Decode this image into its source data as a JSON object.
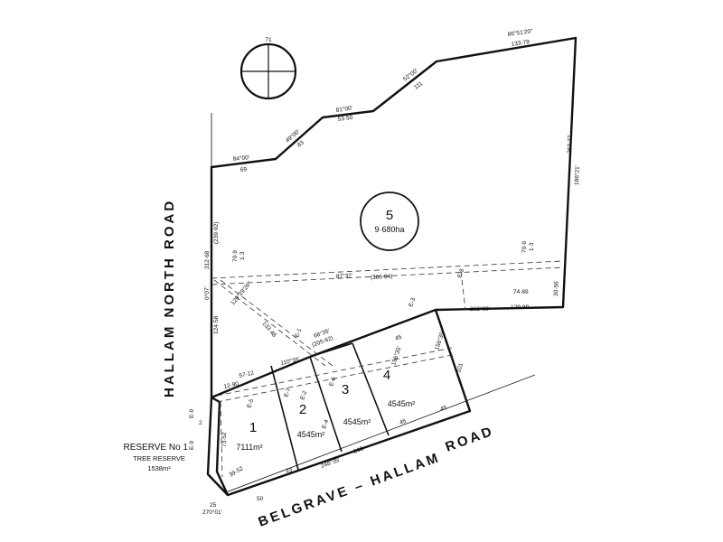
{
  "north_arrow": {
    "label": "71"
  },
  "roads": {
    "hallam_north": "HALLAM    NORTH    ROAD",
    "belgrave_hallam": "BELGRAVE  –  HALLAM",
    "road_suffix": "ROAD"
  },
  "lots": [
    {
      "number": "1",
      "area": "7111m²"
    },
    {
      "number": "2",
      "area": "4545m²"
    },
    {
      "number": "3",
      "area": "4545m²"
    },
    {
      "number": "4",
      "area": "4545m²"
    },
    {
      "number": "5",
      "area": "9·680ha"
    }
  ],
  "reserve": {
    "title": "RESERVE  No 1",
    "subtitle": "TREE RESERVE",
    "area": "1538m²"
  },
  "dimensions": {
    "d1": "86°51'20\"",
    "d2": "133·79",
    "d3": "52°00'",
    "d4": "111",
    "d5": "81°00'",
    "d6": "53·50",
    "d7": "49°00'",
    "d8": "83",
    "d9": "84°00'",
    "d10": "69",
    "d11": "312·68",
    "d12": "(239·92)",
    "d13": "0°07'",
    "d14": "124·58",
    "d15": "87°37'",
    "d16": "(366·84)",
    "d17": "186°21'",
    "d18": "263·77",
    "d19": "30·56",
    "d20": "74·89",
    "d21": "262°00'",
    "d22": "129·89",
    "d23": "68°35'",
    "d24": "(205·62)",
    "d25": "110°35'",
    "d26": "12·90",
    "d27": "57·12",
    "d28": "248°35'",
    "d29": "263",
    "d30": "45",
    "d31": "101",
    "d32": "73·52",
    "d33": "270°01'",
    "d34": "25",
    "d35": "50",
    "d36": "33",
    "d37": "39·52",
    "d38": "E-9",
    "d39": "E-5",
    "d40": "E-3",
    "d41": "129°29'26\"",
    "d42": "133·48",
    "d43": "E-1",
    "d44": "E-4",
    "d45": "156°35'",
    "d46": "E-7",
    "d47": "70·9",
    "d48": "1·3",
    "d49": "E-2",
    "d50": "E-6",
    "d51": "2"
  }
}
